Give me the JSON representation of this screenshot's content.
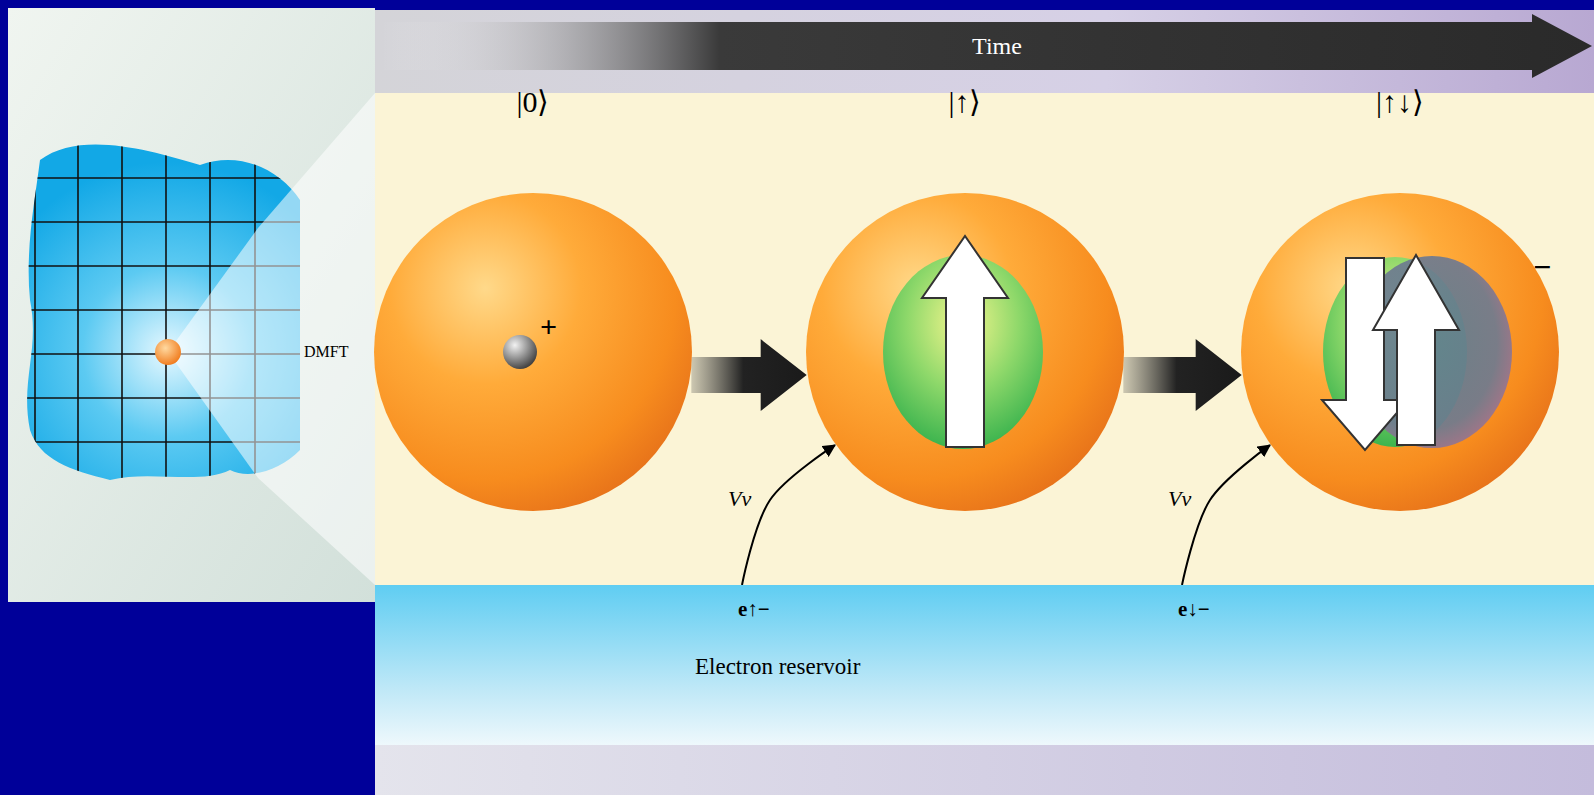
{
  "diagram": {
    "nodes": [
      {
        "text": [
          "Time"
        ]
      },
      {
        "text": [
          "|0⟩"
        ]
      },
      {
        "text": [
          "|↑⟩"
        ]
      },
      {
        "text": [
          "|↑↓⟩"
        ]
      },
      {
        "text": [
          "Electron reservoir"
        ]
      }
    ],
    "edges": [
      {
        "from": 1,
        "to": 2,
        "arrow": "to"
      },
      {
        "from": 2,
        "to": 3,
        "arrow": "to"
      },
      {
        "from": 4,
        "to": 2,
        "label": "Vν",
        "arrow": "to"
      },
      {
        "from": 4,
        "to": 3,
        "label": "Vν",
        "arrow": "to"
      }
    ],
    "labels": [
      "DMFT",
      "+",
      "−",
      "e↑−",
      "e↓−"
    ]
  }
}
